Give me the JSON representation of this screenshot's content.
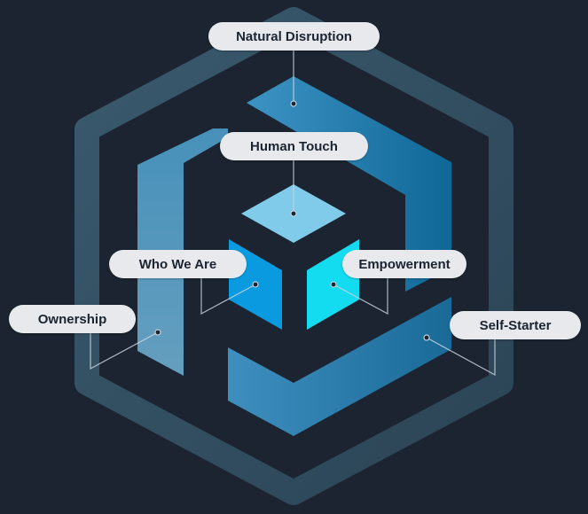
{
  "diagram": {
    "labels": {
      "natural_disruption": "Natural Disruption",
      "human_touch": "Human Touch",
      "who_we_are": "Who We Are",
      "empowerment": "Empowerment",
      "ownership": "Ownership",
      "self_starter": "Self-Starter"
    },
    "colors": {
      "background": "#1b2430",
      "hexagon_outline": "#3d5a6e",
      "blue_light": "#5aa9d6",
      "blue_mid": "#2a86b8",
      "blue_dark": "#12628f",
      "cube_top": "#7fcbe9",
      "cube_left": "#0a9ae0",
      "cube_right": "#14dcf0",
      "pill_fill": "#e7e9ec",
      "pill_text": "#1b2430",
      "connector": "#c8d3dc"
    }
  }
}
